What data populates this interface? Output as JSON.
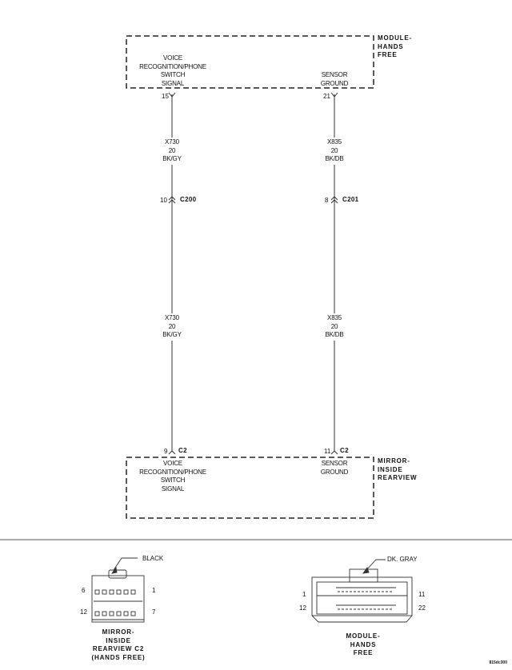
{
  "components": {
    "module_top": {
      "name_lines": [
        "MODULE-",
        "HANDS",
        "FREE"
      ]
    },
    "mirror_bottom": {
      "name_lines": [
        "MIRROR-",
        "INSIDE",
        "REARVIEW"
      ]
    }
  },
  "circuits": [
    {
      "function_lines": [
        "VOICE",
        "RECOGNITION/PHONE",
        "SWITCH",
        "SIGNAL"
      ],
      "module_pin": "15",
      "wire": {
        "circuit": "X730",
        "gauge": "20",
        "color": "BK/GY"
      },
      "inline": {
        "pin": "10",
        "connector": "C200"
      },
      "mirror_pin": "9",
      "mirror_connector": "C2"
    },
    {
      "function_lines": [
        "SENSOR",
        "GROUND"
      ],
      "module_pin": "21",
      "wire": {
        "circuit": "X835",
        "gauge": "20",
        "color": "BK/DB"
      },
      "inline": {
        "pin": "8",
        "connector": "C201"
      },
      "mirror_pin": "11",
      "mirror_connector": "C2"
    }
  ],
  "connector_views": [
    {
      "color_label": "BLACK",
      "pins": {
        "top_left": "6",
        "top_right": "1",
        "bottom_left": "12",
        "bottom_right": "7"
      },
      "title_lines": [
        "MIRROR-",
        "INSIDE",
        "REARVIEW C2",
        "(HANDS FREE)"
      ]
    },
    {
      "color_label": "DK. GRAY",
      "pins": {
        "top_left": "1",
        "top_right": "11",
        "bottom_left": "12",
        "bottom_right": "22"
      },
      "title_lines": [
        "MODULE-",
        "HANDS",
        "FREE"
      ]
    }
  ],
  "figure_ref": "815dc300"
}
